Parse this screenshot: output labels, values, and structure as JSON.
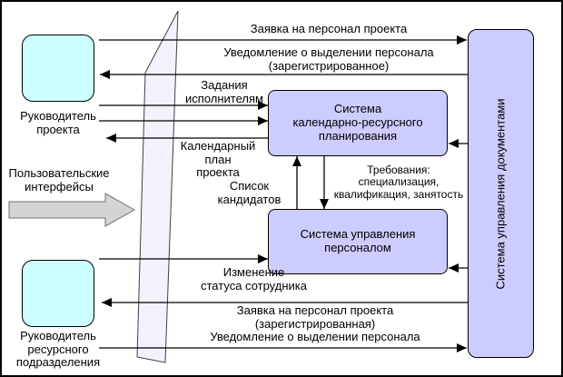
{
  "actors": {
    "project_manager": {
      "label": "Руководитель\nпроекта"
    },
    "resource_manager": {
      "label": "Руководитель\nресурсного\nподразделения"
    }
  },
  "systems": {
    "planning": {
      "label": "Система\nкалендарно-ресурсного\nпланирования"
    },
    "personnel": {
      "label": "Система управления\nперсоналом"
    },
    "documents": {
      "label": "Система управления документами"
    }
  },
  "ui_plane": {
    "label": "Пользовательские\nинтерфейсы"
  },
  "flows": {
    "personnel_request": {
      "label": "Заявка на персонал проекта",
      "direction": "to-document-system"
    },
    "allocation_notice_registered": {
      "label": "Уведомление о выделении персонала\n(зарегистрированное)",
      "direction": "to-project-manager"
    },
    "assignments": {
      "label": "Задания\nисполнителям",
      "direction": "to-planning-system"
    },
    "calendar_plan": {
      "label": "Календарный\nплан\nпроекта",
      "direction": "to-project-manager"
    },
    "candidate_list": {
      "label": "Список\nкандидатов",
      "direction": "to-planning-system"
    },
    "requirements": {
      "label": "Требования: специализация,\nквалификация, занятость",
      "direction": "to-personnel-system"
    },
    "status_change": {
      "label": "Изменение\nстатуса сотрудника",
      "direction": "to-personnel-system"
    },
    "personnel_request_registered": {
      "label": "Заявка на персонал проекта\n(зарегистрированная)",
      "direction": "to-resource-manager"
    },
    "allocation_notice": {
      "label": "Уведомление о выделении персонала",
      "direction": "to-document-system"
    }
  },
  "colors": {
    "actor_fill": "#ccffff",
    "system_fill": "#ccccff",
    "plane_fill": "#f2f2fc",
    "block_arrow_fill": "#d4d4d4",
    "arrow": "#000000"
  }
}
